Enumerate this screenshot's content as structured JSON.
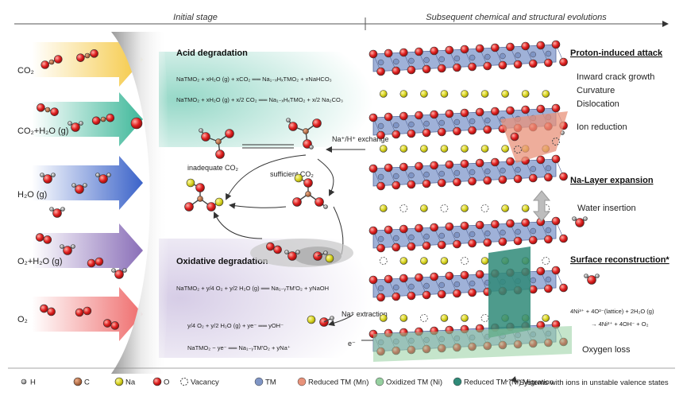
{
  "headers": {
    "initial": "Initial stage",
    "subsequent": "Subsequent chemical and structural evolutions"
  },
  "atmospheres": [
    {
      "label": "CO₂",
      "color": "#f5c842"
    },
    {
      "label": "CO₂+H₂O (g)",
      "color": "#3fb89a"
    },
    {
      "label": "H₂O (g)",
      "color": "#3b63c9"
    },
    {
      "label": "O₂+H₂O (g)",
      "color": "#8a6fb8"
    },
    {
      "label": "O₂",
      "color": "#ef6d6d"
    }
  ],
  "acid": {
    "title": "Acid degradation",
    "eq1": "NaTMO₂ + xH₂O (g) + xCO₂ ══ Na₁₋ₓHₓTMO₂ + xNaHCO₃",
    "eq2": "NaTMO₂ + xH₂O (g) + x/2 CO₂ ══ Na₁₋ₓHₓTMO₂ + x/2 Na₂CO₃",
    "inadequate": "inadequate CO₂",
    "sufficient": "sufficient CO₂",
    "exchange": "Na⁺/H⁺ exchange"
  },
  "oxid": {
    "title": "Oxidative degradation",
    "eq1": "NaTMO₂ + y/4 O₂ + y/2 H₂O (g) ══ Na₁₋ᵧTM'O₂ + yNaOH",
    "eq2": "y/4 O₂ + y/2 H₂O (g) + ye⁻ ══ yOH⁻",
    "eq3": "NaTMO₂ − ye⁻ ══ Na₁₋ᵧTM'O₂ + yNa⁺",
    "extraction": "Na⁺ extraction",
    "electron": "e⁻"
  },
  "right": {
    "proton_title": "Proton-induced attack",
    "proton_items": [
      "Inward crack growth",
      "Curvature",
      "Dislocation",
      "Ion reduction"
    ],
    "na_layer_title": "Na-Layer expansion",
    "water_insertion": "Water insertion",
    "surface_title": "Surface reconstruction*",
    "surface_eq1": "4Ni³⁺ + 4O²⁻(lattice) + 2H₂O (g)",
    "surface_eq2": "→ 4Ni²⁺ + 4OH⁻ + O₂",
    "oxygen_loss": "Oxygen loss"
  },
  "legend": {
    "items": [
      "H",
      "C",
      "Na",
      "O",
      "Vacancy",
      "TM",
      "Reduced TM (Mn)",
      "Oxidized TM (Ni)",
      "Reduced TM (Ni)",
      "Migration"
    ],
    "note": "*Systems with ions in unstable valence states"
  },
  "colors": {
    "H": "#8c8c8c",
    "C": "#b5673a",
    "Na": "#d6d21c",
    "O": "#e02020",
    "TM": "#7f95c5",
    "ReducedMn": "#e8927a",
    "OxidizedNi": "#96d0a0",
    "ReducedNi": "#2f8a78",
    "slab": "#9fb1d8"
  }
}
